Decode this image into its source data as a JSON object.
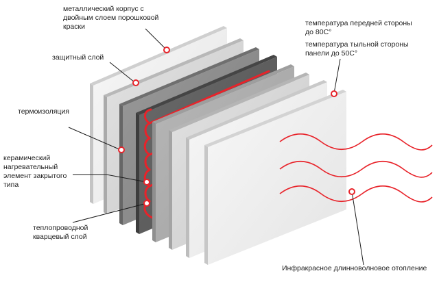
{
  "labels": {
    "body": "металлический корпус  с\nдвойным слоем порошковой\nкраски",
    "protective": "защитный слой",
    "insulation": "термоизоляция",
    "element": "керамический\nнагревательный\nэлемент закрытого\nтипа",
    "quartz": "теплопроводной\nкварцевый слой",
    "front_temp": "температура передней стороны\nдо 80С°",
    "back_temp": "температура тыльной стороны\nпанели до 50С°",
    "infrared": "Инфракрасное длинноволновое отопление"
  },
  "colors": {
    "accent": "#e8232a",
    "line": "#1a1a1a",
    "panel_white": "#f1f1f1",
    "panel_light": "#d6d6d6",
    "panel_mid": "#8c8c8c",
    "panel_dark": "#5e5e5e"
  }
}
